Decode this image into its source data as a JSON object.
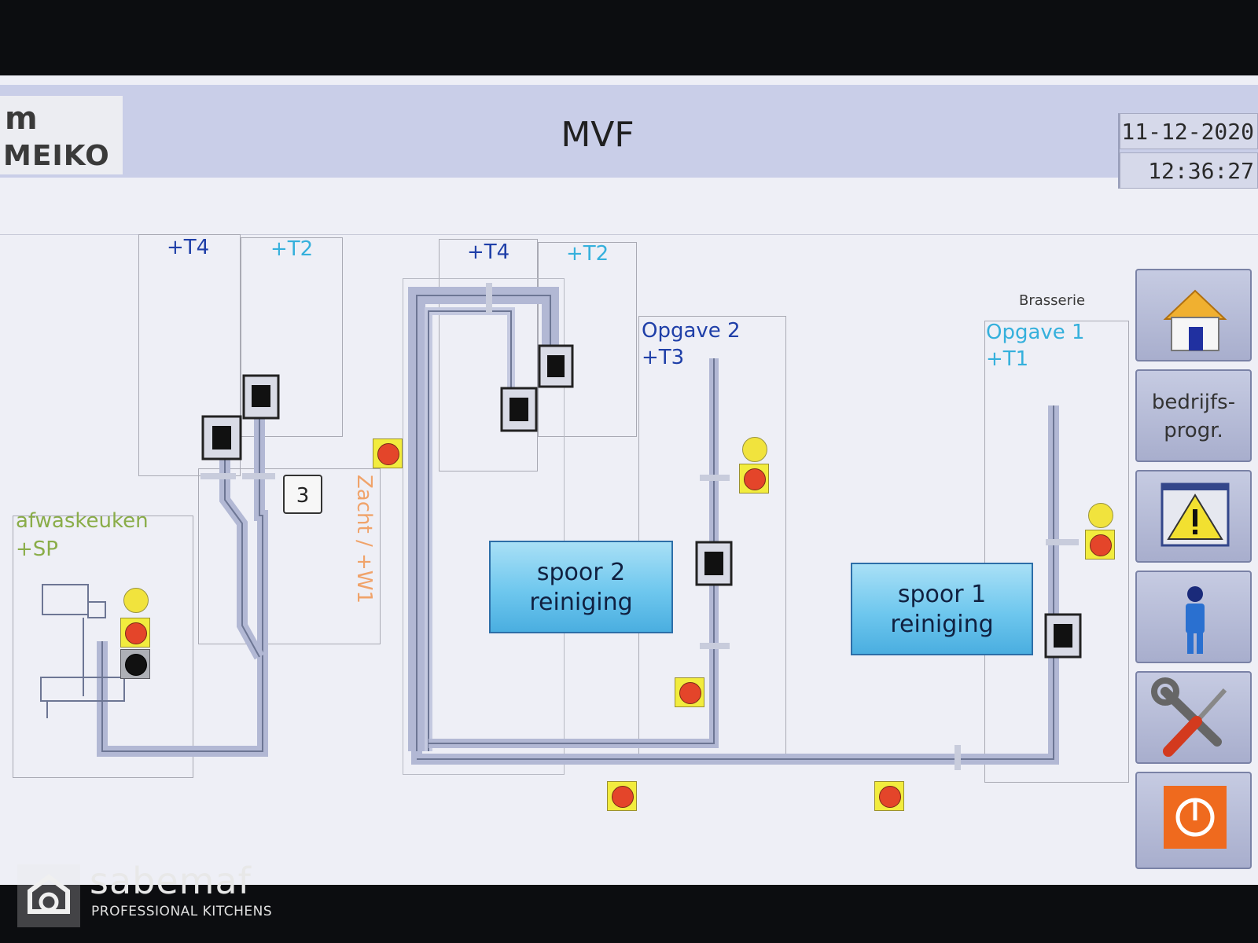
{
  "header": {
    "brand": "MEIKO",
    "brand_mark": "m",
    "title": "MVF",
    "date": "11-12-2020",
    "time": "12:36:27"
  },
  "zones": {
    "left_t4": "+T4",
    "left_t2": "+T2",
    "mid_t4": "+T4",
    "mid_t2": "+T2",
    "opgave2_line1": "Opgave 2",
    "opgave2_line2": "+T3",
    "opgave1_line1": "Opgave 1",
    "opgave1_line2": "+T1",
    "brasserie": "Brasserie",
    "afwas_line1": "afwaskeuken",
    "afwas_line2": "+SP",
    "zacht": "Zacht / +W1"
  },
  "counter": "3",
  "buttons": {
    "spoor2_line1": "spoor 2",
    "spoor2_line2": "reiniging",
    "spoor1_line1": "spoor 1",
    "spoor1_line2": "reiniging"
  },
  "sidebar": {
    "home_icon": "home-icon",
    "program_line1": "bedrijfs-",
    "program_line2": "progr.",
    "warning_icon": "warning-icon",
    "user_icon": "user-icon",
    "tools_icon": "tools-icon",
    "power_icon": "power-icon"
  },
  "colors": {
    "accent_blue": "#6ec7ee",
    "lamp_red": "#e4452a",
    "lamp_yellow": "#f1e33d",
    "power_orange": "#ef6a1e",
    "header": "#c9cee8"
  },
  "watermark": {
    "name": "sabemaf",
    "tagline": "PROFESSIONAL KITCHENS"
  }
}
